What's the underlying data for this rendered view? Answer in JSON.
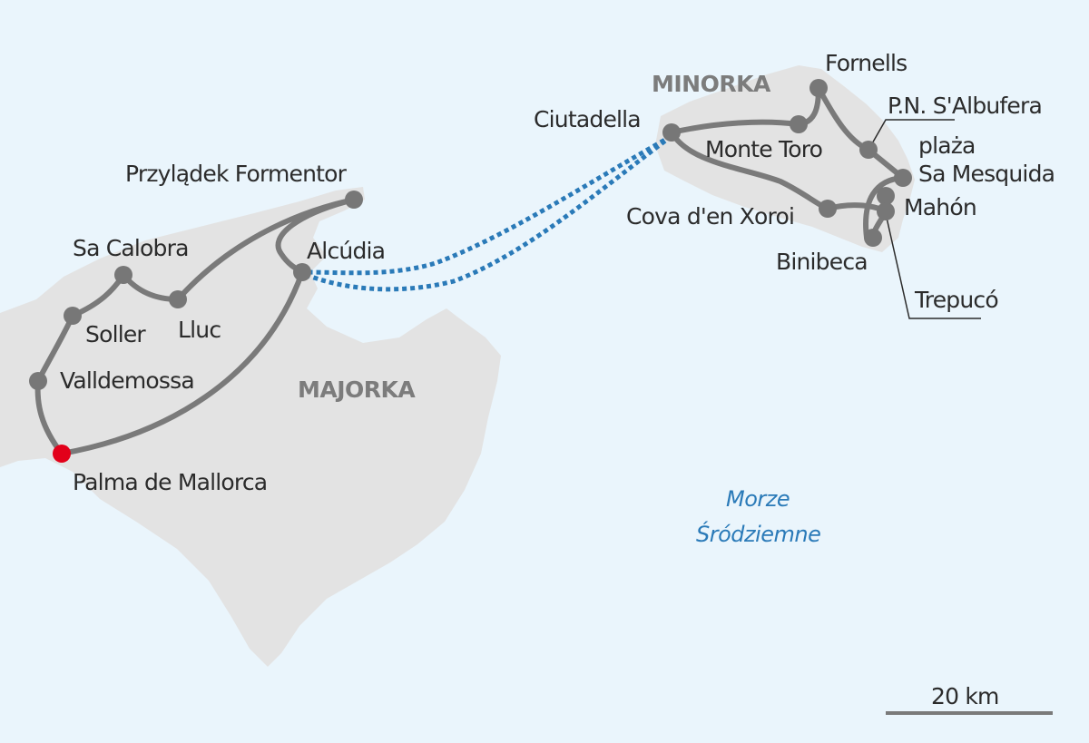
{
  "islands": {
    "majorca": "MAJORKA",
    "minorca": "MINORKA"
  },
  "sea": {
    "line1": "Morze",
    "line2": "Śródziemne"
  },
  "places": {
    "formentor": "Przylądek Formentor",
    "alcudia": "Alcúdia",
    "sa_calobra": "Sa Calobra",
    "lluc": "Lluc",
    "soller": "Soller",
    "valldemossa": "Valldemossa",
    "palma": "Palma de Mallorca",
    "ciutadella": "Ciutadella",
    "monte_toro": "Monte Toro",
    "fornells": "Fornells",
    "albufera": "P.N. S'Albufera",
    "mesquida_1": "plaża",
    "mesquida_2": "Sa Mesquida",
    "mahon": "Mahón",
    "cova": "Cova d'en Xoroi",
    "binibeca": "Binibeca",
    "trepuco": "Trepucó"
  },
  "scale": {
    "label": "20 km"
  },
  "colors": {
    "land": "#e3e3e3",
    "sea": "#eaf5fc",
    "route": "#7a7a7a",
    "ferry": "#2a7ab8",
    "start": "#e2001a"
  }
}
